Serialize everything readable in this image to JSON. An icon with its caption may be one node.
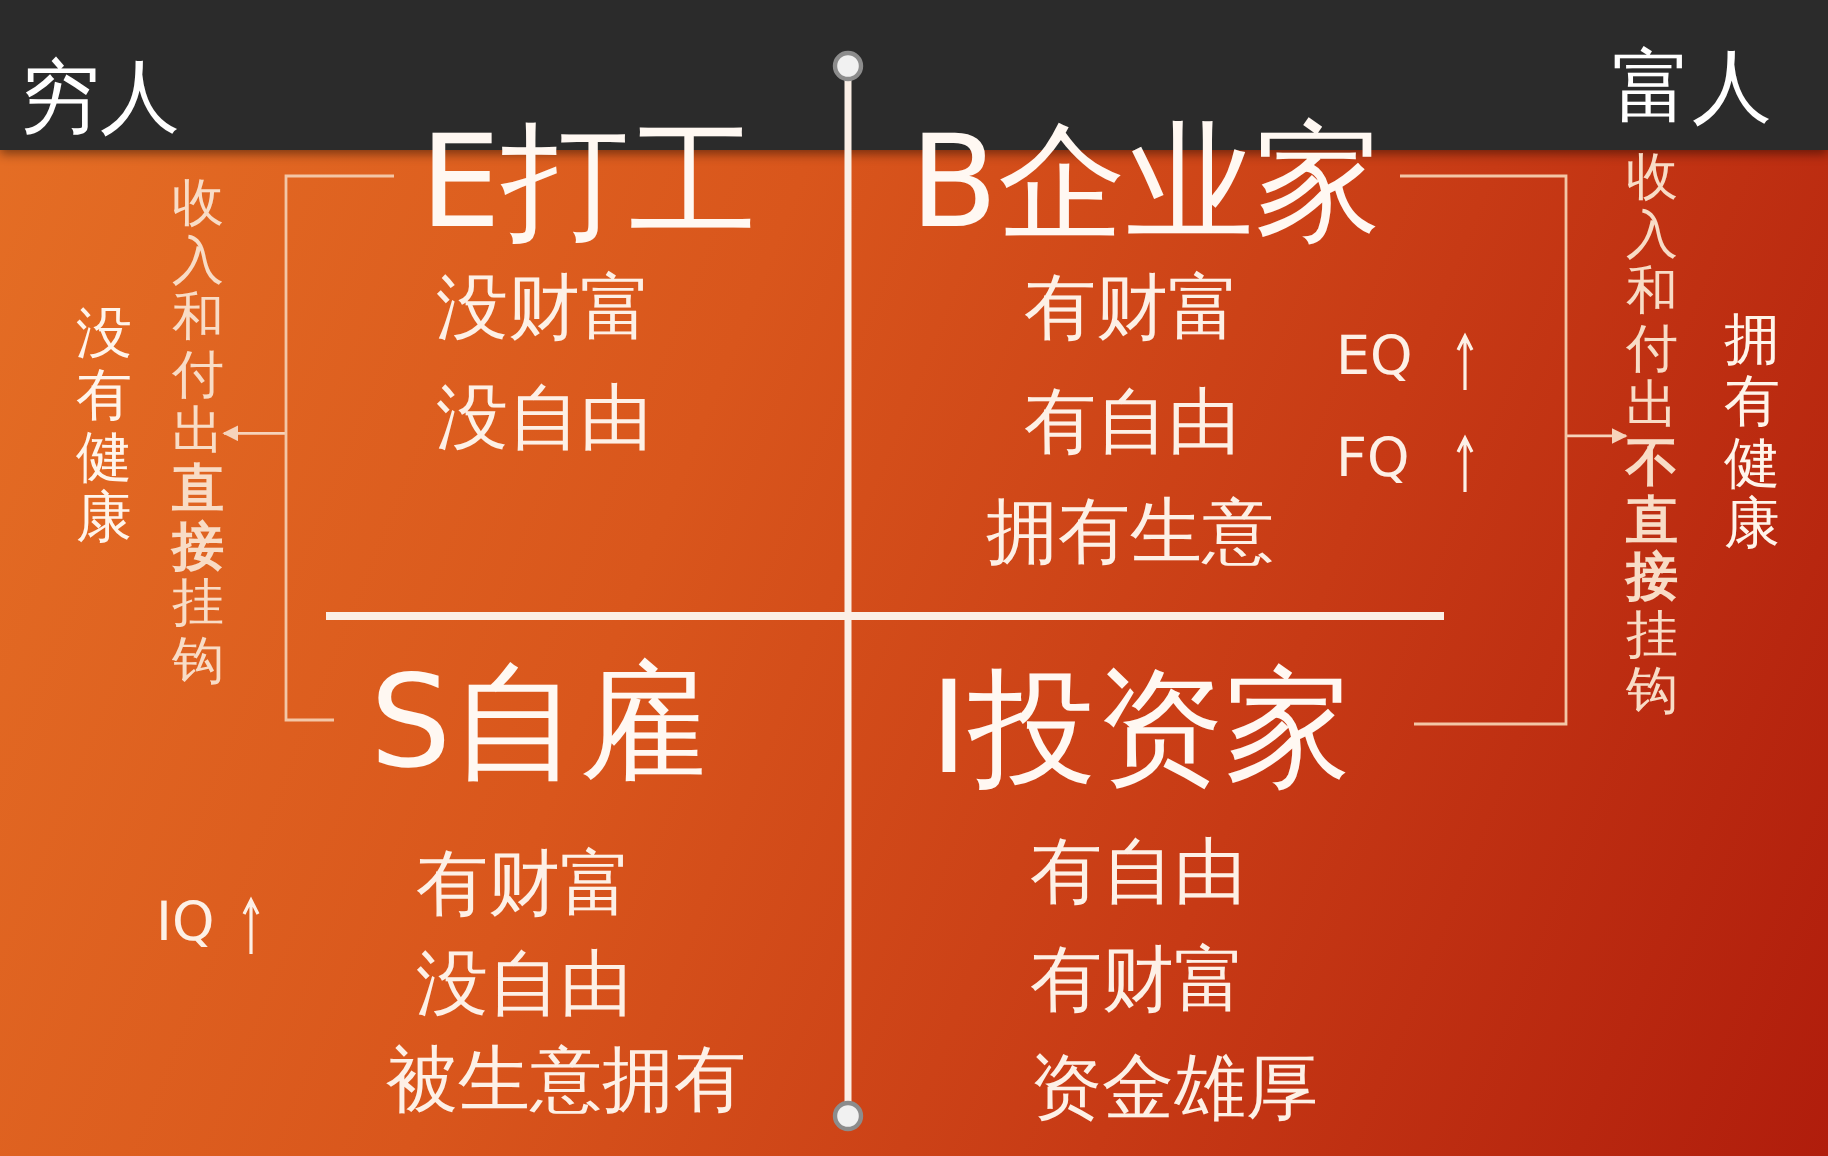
{
  "diagram": {
    "nodes": [
      {
        "text": [
          "E打工",
          "没财富",
          "没自由"
        ]
      },
      {
        "text": [
          "B企业家",
          "有财富",
          "有自由",
          "拥有生意"
        ]
      },
      {
        "text": [
          "S自雇",
          "有财富",
          "没自由",
          "被生意拥有"
        ]
      },
      {
        "text": [
          "I投资家",
          "有自由",
          "有财富",
          "资金雄厚"
        ]
      },
      {
        "text": [
          "收入和付出**直接**挂钩"
        ]
      },
      {
        "text": [
          "收入和付出**不直接**挂钩"
        ]
      },
      {
        "text": [],
        "shape": "bracket"
      },
      {
        "text": [],
        "shape": "bracket"
      }
    ],
    "edges": [
      {
        "from": 6,
        "to": 4,
        "arrow": "to"
      },
      {
        "from": 7,
        "to": 5,
        "arrow": "to"
      }
    ],
    "labels": [
      "穷人",
      "富人",
      "没有健康",
      "拥有健康",
      "EQ",
      "FQ",
      "IQ"
    ]
  }
}
